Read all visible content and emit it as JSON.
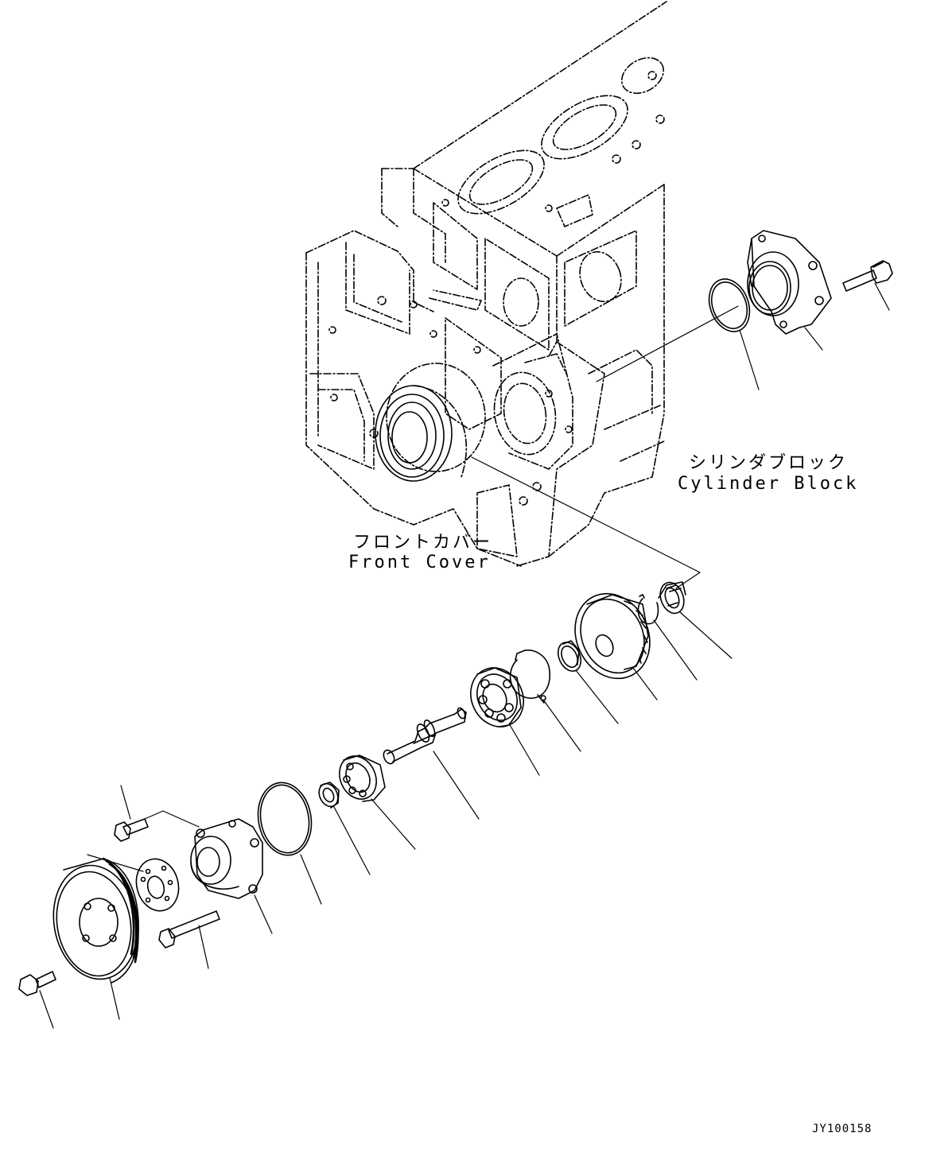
{
  "labels": {
    "cylinder_block_jp": "シリンダブロック",
    "cylinder_block_en": "Cylinder Block",
    "front_cover_jp": "フロントカバー",
    "front_cover_en": "Front Cover",
    "drawing_code": "JY100158"
  }
}
